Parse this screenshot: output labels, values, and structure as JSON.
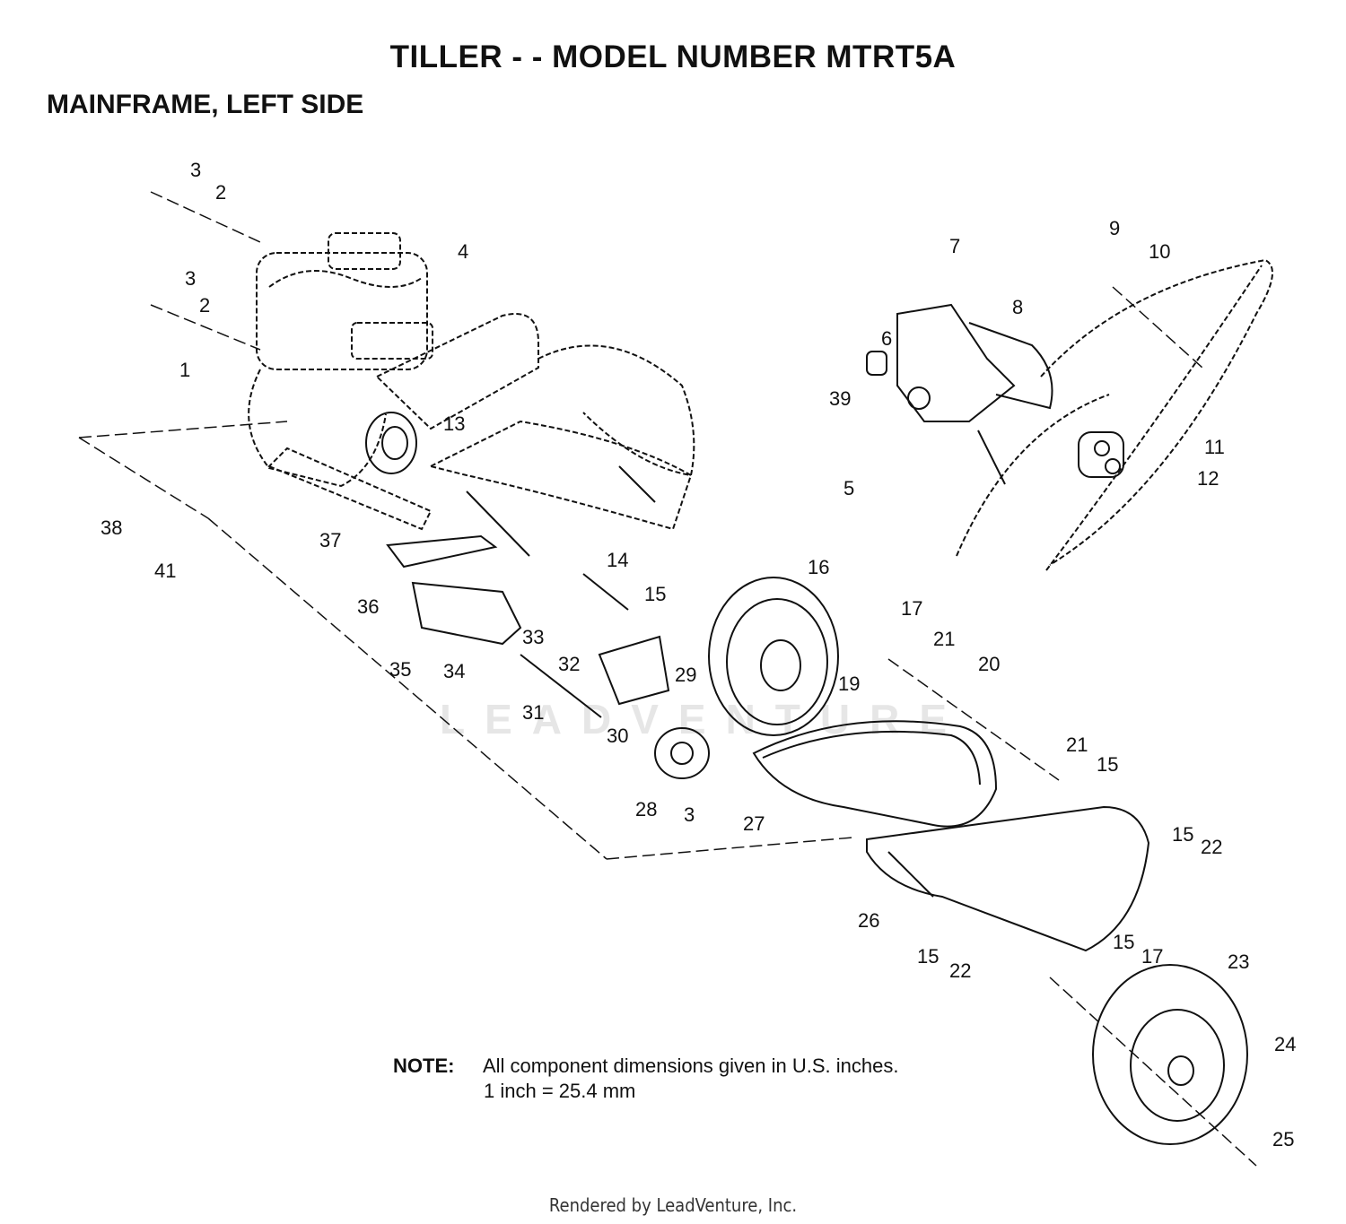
{
  "title": "TILLER - - MODEL NUMBER MTRT5A",
  "subtitle": "MAINFRAME, LEFT SIDE",
  "watermark": "LEADVENTURE",
  "note": {
    "label": "NOTE:",
    "line1": "All component dimensions given in U.S. inches.",
    "line2": "1 inch = 25.4 mm"
  },
  "footer": "Rendered by LeadVenture, Inc.",
  "callouts": [
    "3",
    "2",
    "3",
    "2",
    "1",
    "4",
    "13",
    "37",
    "38",
    "41",
    "7",
    "9",
    "10",
    "8",
    "6",
    "39",
    "5",
    "11",
    "12",
    "36",
    "14",
    "15",
    "16",
    "33",
    "35",
    "34",
    "32",
    "31",
    "29",
    "30",
    "19",
    "17",
    "21",
    "20",
    "28",
    "3",
    "27",
    "21",
    "15",
    "15",
    "22",
    "26",
    "15",
    "22",
    "15",
    "17",
    "23",
    "24",
    "25"
  ]
}
